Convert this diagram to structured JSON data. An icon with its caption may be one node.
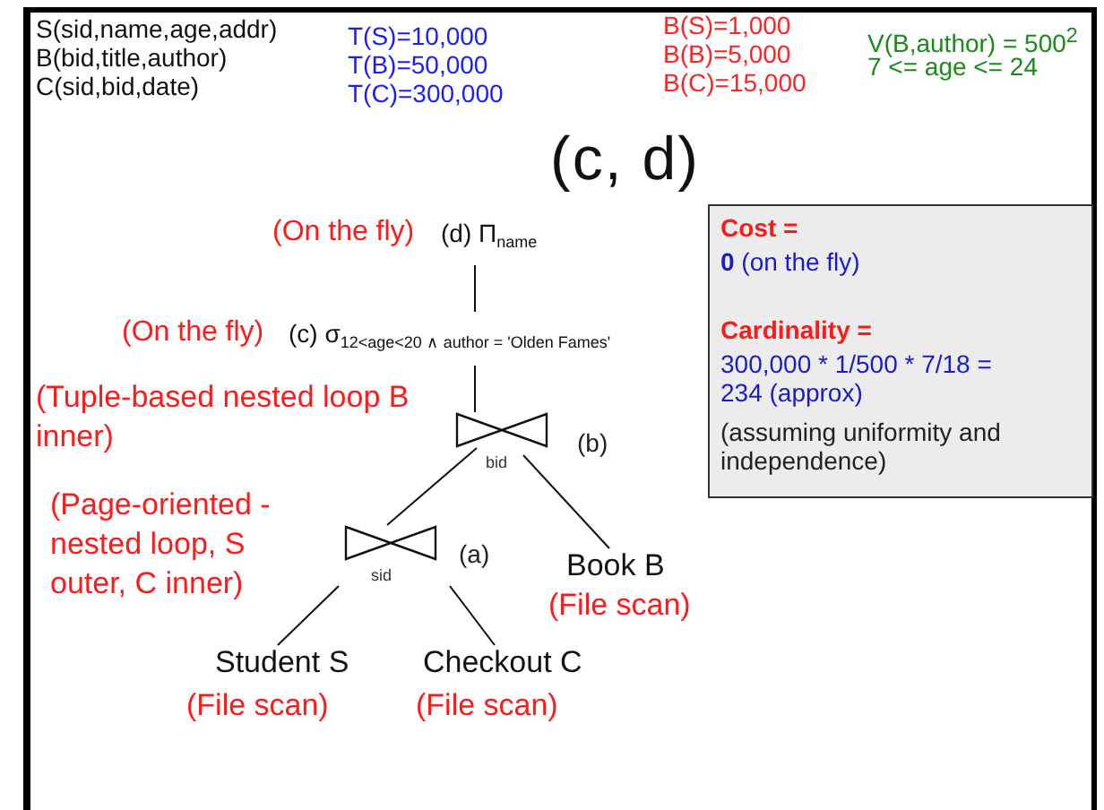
{
  "diagram": {
    "title": "(c, d)",
    "nodes": [
      {
        "text": [
          "(On the fly)",
          "(d) Π$_{name}$"
        ]
      },
      {
        "text": [
          "(On the fly)",
          "(c) σ$_{12<age<20  ∧  author = 'Olden Fames'}$"
        ]
      },
      {
        "text": [
          "bid"
        ],
        "beside": [
          "(b)",
          "(Tuple-based nested loop B inner)"
        ]
      },
      {
        "text": [
          "sid"
        ],
        "beside": [
          "(a)",
          "(Page-oriented -nested loop, S outer, C inner)"
        ]
      },
      {
        "text": [
          "Book B",
          "(File scan)"
        ]
      },
      {
        "text": [
          "Student S",
          "(File scan)"
        ]
      },
      {
        "text": [
          "Checkout C",
          "(File scan)"
        ]
      },
      {
        "text": [
          "Cost =",
          "**0** (on the fly)",
          "Cardinality =",
          "300,000 * 1/500 * 7/18 = 234 (approx)",
          "(assuming uniformity and independence)"
        ]
      }
    ],
    "edges": [
      {
        "from": 0,
        "to": 1,
        "arrow": "none"
      },
      {
        "from": 1,
        "to": 2,
        "arrow": "none"
      },
      {
        "from": 2,
        "to": 3,
        "arrow": "none"
      },
      {
        "from": 2,
        "to": 4,
        "arrow": "none"
      },
      {
        "from": 3,
        "to": 5,
        "arrow": "none"
      },
      {
        "from": 3,
        "to": 6,
        "arrow": "none"
      }
    ],
    "labels": [
      "S(sid,name,age,addr)",
      "B(bid,title,author)",
      "C(sid,bid,date)",
      "T(S)=10,000",
      "T(B)=50,000",
      "T(C)=300,000",
      "B(S)=1,000",
      "B(B)=5,000",
      "B(C)=15,000",
      "V(B,author) = 500$^{2}$",
      "7 <= age <= 24"
    ]
  }
}
